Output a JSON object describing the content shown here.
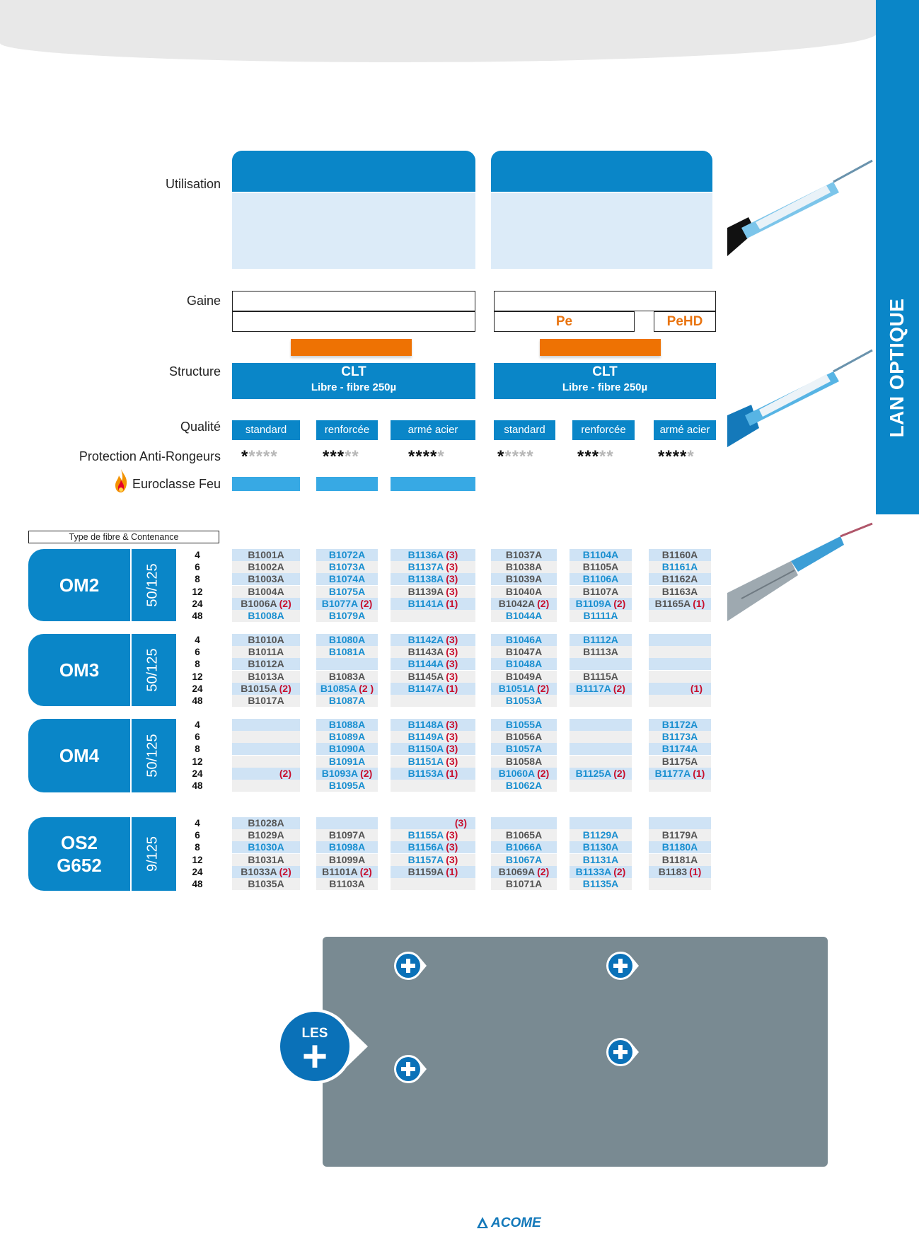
{
  "side_tab": "LAN OPTIQUE",
  "row_labels": {
    "utilisation": "Utilisation",
    "gaine": "Gaine",
    "structure": "Structure",
    "qualite": "Qualité",
    "protection": "Protection Anti-Rongeurs",
    "euroclasse": "Euroclasse Feu"
  },
  "gaine": {
    "left_top": "",
    "left_bottom": "",
    "right_top": "",
    "right_pe": "Pe",
    "right_pehd": "PeHD"
  },
  "structure": [
    {
      "title": "CLT",
      "subtitle": "Libre - fibre 250µ"
    },
    {
      "title": "CLT",
      "subtitle": "Libre - fibre 250µ"
    }
  ],
  "qualite": [
    "standard",
    "renforcée",
    "armé acier",
    "standard",
    "renforcée",
    "armé acier"
  ],
  "protection_stars": [
    {
      "rating": 1,
      "max": 5
    },
    {
      "rating": 3,
      "max": 5
    },
    {
      "rating": 4,
      "max": 5
    },
    {
      "rating": 1,
      "max": 5
    },
    {
      "rating": 3,
      "max": 5
    },
    {
      "rating": 4,
      "max": 5
    }
  ],
  "table_caption": "Type de fibre & Contenance",
  "counts": [
    "4",
    "6",
    "8",
    "12",
    "24",
    "48"
  ],
  "fibers": [
    {
      "name": "OM2",
      "size": "50/125",
      "cells": [
        [
          [
            "B1001A",
            "gray",
            ""
          ],
          [
            "B1072A",
            "blue",
            ""
          ],
          [
            "B1136A",
            "blue",
            "(3)"
          ],
          [
            "B1037A",
            "gray",
            ""
          ],
          [
            "B1104A",
            "blue",
            ""
          ],
          [
            "B1160A",
            "gray",
            ""
          ]
        ],
        [
          [
            "B1002A",
            "gray",
            ""
          ],
          [
            "B1073A",
            "blue",
            ""
          ],
          [
            "B1137A",
            "blue",
            "(3)"
          ],
          [
            "B1038A",
            "gray",
            ""
          ],
          [
            "B1105A",
            "gray",
            ""
          ],
          [
            "B1161A",
            "blue",
            ""
          ]
        ],
        [
          [
            "B1003A",
            "gray",
            ""
          ],
          [
            "B1074A",
            "blue",
            ""
          ],
          [
            "B1138A",
            "blue",
            "(3)"
          ],
          [
            "B1039A",
            "gray",
            ""
          ],
          [
            "B1106A",
            "blue",
            ""
          ],
          [
            "B1162A",
            "gray",
            ""
          ]
        ],
        [
          [
            "B1004A",
            "gray",
            ""
          ],
          [
            "B1075A",
            "blue",
            ""
          ],
          [
            "B1139A",
            "gray",
            "(3)"
          ],
          [
            "B1040A",
            "gray",
            ""
          ],
          [
            "B1107A",
            "gray",
            ""
          ],
          [
            "B1163A",
            "gray",
            ""
          ]
        ],
        [
          [
            "B1006A",
            "gray",
            "(2)"
          ],
          [
            "B1077A",
            "blue",
            "(2)"
          ],
          [
            "B1141A",
            "blue",
            "(1)"
          ],
          [
            "B1042A",
            "gray",
            "(2)"
          ],
          [
            "B1109A",
            "blue",
            "(2)"
          ],
          [
            "B1165A",
            "gray",
            "(1)"
          ]
        ],
        [
          [
            "B1008A",
            "blue",
            ""
          ],
          [
            "B1079A",
            "blue",
            ""
          ],
          [
            "",
            "",
            ""
          ],
          [
            "B1044A",
            "blue",
            ""
          ],
          [
            "B1111A",
            "blue",
            ""
          ],
          [
            "",
            "",
            ""
          ]
        ]
      ]
    },
    {
      "name": "OM3",
      "size": "50/125",
      "cells": [
        [
          [
            "B1010A",
            "gray",
            ""
          ],
          [
            "B1080A",
            "blue",
            ""
          ],
          [
            "B1142A",
            "blue",
            "(3)"
          ],
          [
            "B1046A",
            "blue",
            ""
          ],
          [
            "B1112A",
            "blue",
            ""
          ],
          [
            "",
            "",
            ""
          ]
        ],
        [
          [
            "B1011A",
            "gray",
            ""
          ],
          [
            "B1081A",
            "blue",
            ""
          ],
          [
            "B1143A",
            "gray",
            "(3)"
          ],
          [
            "B1047A",
            "gray",
            ""
          ],
          [
            "B1113A",
            "gray",
            ""
          ],
          [
            "",
            "",
            ""
          ]
        ],
        [
          [
            "B1012A",
            "gray",
            ""
          ],
          [
            "",
            "",
            ""
          ],
          [
            "B1144A",
            "blue",
            "(3)"
          ],
          [
            "B1048A",
            "blue",
            ""
          ],
          [
            "",
            "",
            ""
          ],
          [
            "",
            "",
            ""
          ]
        ],
        [
          [
            "B1013A",
            "gray",
            ""
          ],
          [
            "B1083A",
            "gray",
            ""
          ],
          [
            "B1145A",
            "gray",
            "(3)"
          ],
          [
            "B1049A",
            "gray",
            ""
          ],
          [
            "B1115A",
            "gray",
            ""
          ],
          [
            "",
            "",
            ""
          ]
        ],
        [
          [
            "B1015A",
            "gray",
            "(2)"
          ],
          [
            "B1085A",
            "blue",
            "(2 )"
          ],
          [
            "B1147A",
            "blue",
            "(1)"
          ],
          [
            "B1051A",
            "blue",
            "(2)"
          ],
          [
            "B1117A",
            "blue",
            "(2)"
          ],
          [
            "",
            "",
            "(1)"
          ]
        ],
        [
          [
            "B1017A",
            "gray",
            ""
          ],
          [
            "B1087A",
            "blue",
            ""
          ],
          [
            "",
            "",
            ""
          ],
          [
            "B1053A",
            "blue",
            ""
          ],
          [
            "",
            "",
            ""
          ],
          [
            "",
            "",
            ""
          ]
        ]
      ]
    },
    {
      "name": "OM4",
      "size": "50/125",
      "cells": [
        [
          [
            "",
            "",
            ""
          ],
          [
            "B1088A",
            "blue",
            ""
          ],
          [
            "B1148A",
            "blue",
            "(3)"
          ],
          [
            "B1055A",
            "blue",
            ""
          ],
          [
            "",
            "",
            ""
          ],
          [
            "B1172A",
            "blue",
            ""
          ]
        ],
        [
          [
            "",
            "",
            ""
          ],
          [
            "B1089A",
            "blue",
            ""
          ],
          [
            "B1149A",
            "blue",
            "(3)"
          ],
          [
            "B1056A",
            "gray",
            ""
          ],
          [
            "",
            "",
            ""
          ],
          [
            "B1173A",
            "blue",
            ""
          ]
        ],
        [
          [
            "",
            "",
            ""
          ],
          [
            "B1090A",
            "blue",
            ""
          ],
          [
            "B1150A",
            "blue",
            "(3)"
          ],
          [
            "B1057A",
            "blue",
            ""
          ],
          [
            "",
            "",
            ""
          ],
          [
            "B1174A",
            "blue",
            ""
          ]
        ],
        [
          [
            "",
            "",
            ""
          ],
          [
            "B1091A",
            "blue",
            ""
          ],
          [
            "B1151A",
            "blue",
            "(3)"
          ],
          [
            "B1058A",
            "gray",
            ""
          ],
          [
            "",
            "",
            ""
          ],
          [
            "B1175A",
            "gray",
            ""
          ]
        ],
        [
          [
            "",
            "",
            "(2)"
          ],
          [
            "B1093A",
            "blue",
            "(2)"
          ],
          [
            "B1153A",
            "blue",
            "(1)"
          ],
          [
            "B1060A",
            "blue",
            "(2)"
          ],
          [
            "B1125A",
            "blue",
            "(2)"
          ],
          [
            "B1177A",
            "blue",
            "(1)"
          ]
        ],
        [
          [
            "",
            "",
            ""
          ],
          [
            "B1095A",
            "blue",
            ""
          ],
          [
            "",
            "",
            ""
          ],
          [
            "B1062A",
            "blue",
            ""
          ],
          [
            "",
            "",
            ""
          ],
          [
            "",
            "",
            ""
          ]
        ]
      ]
    },
    {
      "name": "OS2\nG652",
      "size": "9/125",
      "cells": [
        [
          [
            "B1028A",
            "gray",
            ""
          ],
          [
            "",
            "",
            ""
          ],
          [
            "",
            "",
            "(3)"
          ],
          [
            "",
            "",
            ""
          ],
          [
            "",
            "",
            ""
          ],
          [
            "",
            "",
            ""
          ]
        ],
        [
          [
            "B1029A",
            "gray",
            ""
          ],
          [
            "B1097A",
            "gray",
            ""
          ],
          [
            "B1155A",
            "blue",
            "(3)"
          ],
          [
            "B1065A",
            "gray",
            ""
          ],
          [
            "B1129A",
            "blue",
            ""
          ],
          [
            "B1179A",
            "gray",
            ""
          ]
        ],
        [
          [
            "B1030A",
            "blue",
            ""
          ],
          [
            "B1098A",
            "blue",
            ""
          ],
          [
            "B1156A",
            "blue",
            "(3)"
          ],
          [
            "B1066A",
            "blue",
            ""
          ],
          [
            "B1130A",
            "blue",
            ""
          ],
          [
            "B1180A",
            "blue",
            ""
          ]
        ],
        [
          [
            "B1031A",
            "gray",
            ""
          ],
          [
            "B1099A",
            "gray",
            ""
          ],
          [
            "B1157A",
            "blue",
            "(3)"
          ],
          [
            "B1067A",
            "blue",
            ""
          ],
          [
            "B1131A",
            "blue",
            ""
          ],
          [
            "B1181A",
            "gray",
            ""
          ]
        ],
        [
          [
            "B1033A",
            "gray",
            "(2)"
          ],
          [
            "B1101A",
            "gray",
            "(2)"
          ],
          [
            "B1159A",
            "gray",
            "(1)"
          ],
          [
            "B1069A",
            "gray",
            "(2)"
          ],
          [
            "B1133A",
            "blue",
            "(2)"
          ],
          [
            "B1183",
            "gray",
            "(1)"
          ]
        ],
        [
          [
            "B1035A",
            "gray",
            ""
          ],
          [
            "B1103A",
            "gray",
            ""
          ],
          [
            "",
            "",
            ""
          ],
          [
            "B1071A",
            "gray",
            ""
          ],
          [
            "B1135A",
            "blue",
            ""
          ],
          [
            "",
            "",
            ""
          ]
        ]
      ]
    }
  ],
  "les_plus": {
    "line1": "LES",
    "line2": "+"
  },
  "logo": "ACOME",
  "colors": {
    "brand_blue": "#0a86c8",
    "light_blue": "#dcebf8",
    "orange": "#ee7203",
    "code_blue": "#1a8fd0",
    "note_red": "#c8102e",
    "panel_gray": "#798a92"
  }
}
